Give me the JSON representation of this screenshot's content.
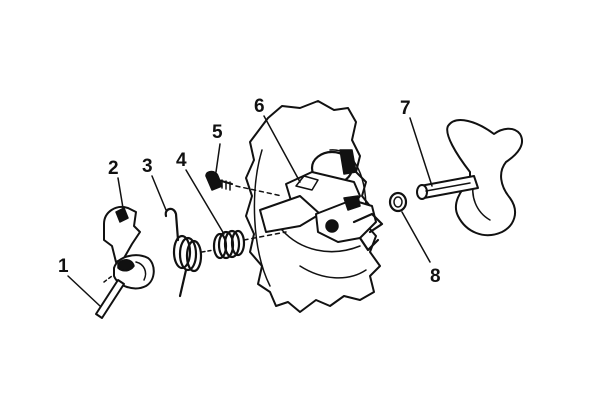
{
  "diagram": {
    "callouts": {
      "part_1": "1",
      "part_2": "2",
      "part_3": "3",
      "part_4": "4",
      "part_5": "5",
      "part_6": "6",
      "part_7": "7",
      "part_8": "8"
    },
    "ink_color": "#111111",
    "background_color": "#ffffff"
  }
}
